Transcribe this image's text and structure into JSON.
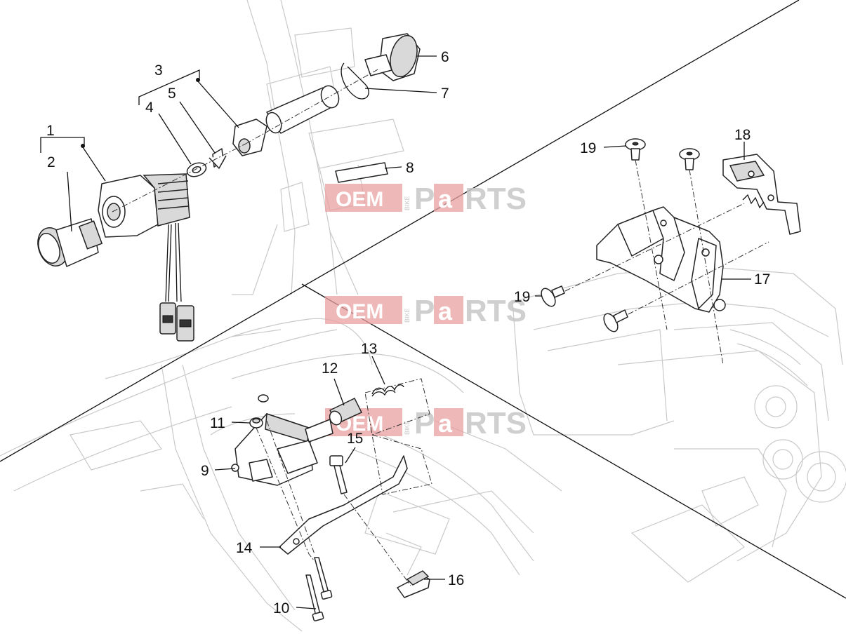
{
  "callouts": [
    "1",
    "2",
    "3",
    "4",
    "5",
    "6",
    "7",
    "8",
    "9",
    "10",
    "11",
    "12",
    "13",
    "14",
    "15",
    "16",
    "17",
    "18",
    "19",
    "19"
  ],
  "watermark": {
    "left": "OEM",
    "middle": "BIKE",
    "right_a": "P",
    "right_b": "a",
    "right_c": "RTS"
  },
  "colors": {
    "watermark_red": "#e9a0a0",
    "watermark_grey": "#c7c7c7",
    "line": "#222222"
  }
}
